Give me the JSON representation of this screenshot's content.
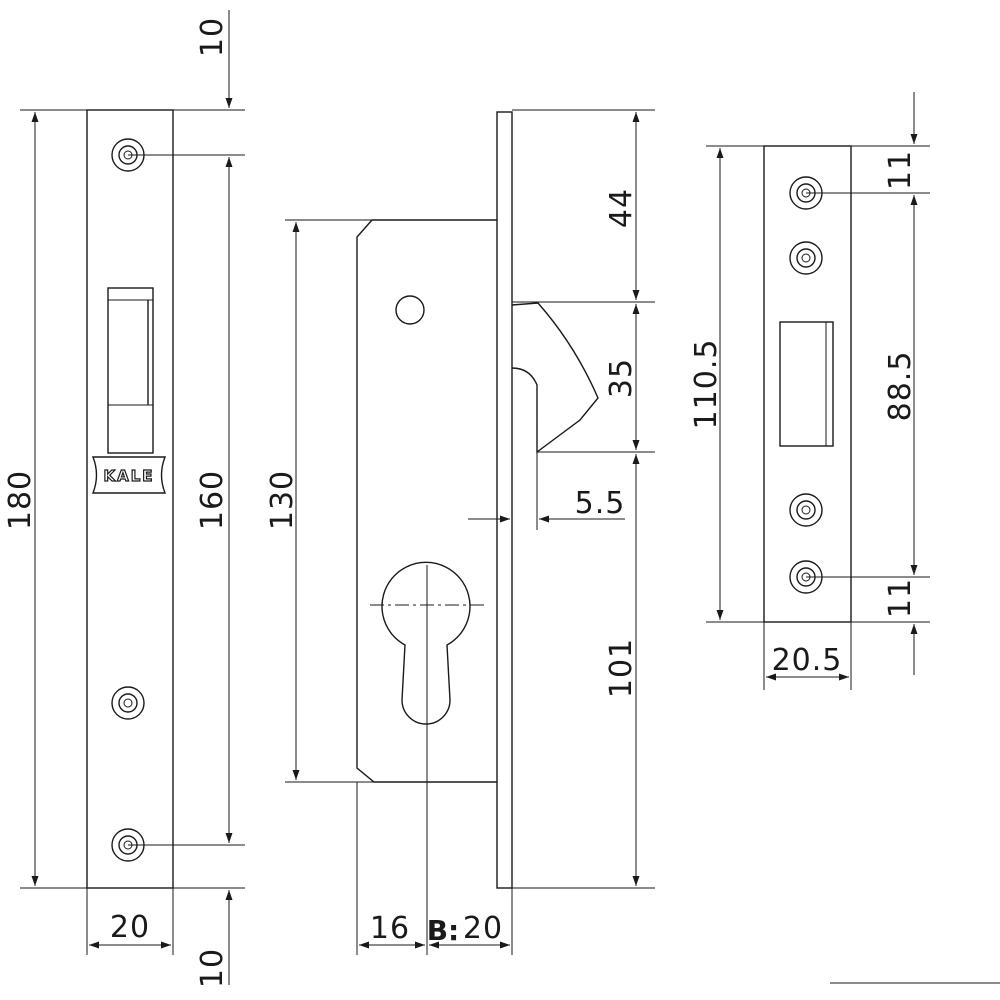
{
  "brand": {
    "logo_text": "KALE"
  },
  "faceplate": {
    "dim_top_margin": "10",
    "dim_total_height": "180",
    "dim_screw_spacing": "160",
    "dim_width": "20",
    "dim_bottom_margin": "10"
  },
  "lock_body": {
    "dim_body_height": "130",
    "dim_top_to_hook": "44",
    "dim_hook_height": "35",
    "dim_hook_offset": "5.5",
    "dim_hook_to_bottom": "101",
    "dim_cylinder_to_face_prefix": "16",
    "dim_backset_label": "B:",
    "dim_backset_value": "20"
  },
  "strike_plate": {
    "dim_height": "110.5",
    "dim_top_screw": "11",
    "dim_screw_spacing": "88.5",
    "dim_bottom_screw": "11",
    "dim_width": "20.5"
  }
}
